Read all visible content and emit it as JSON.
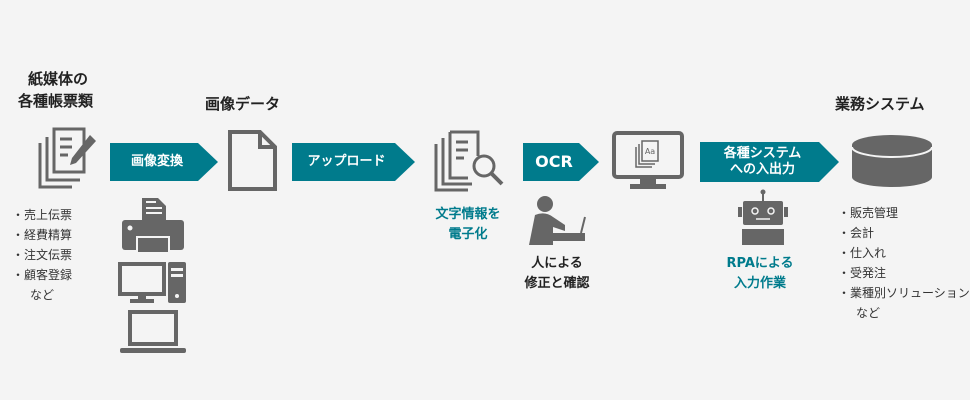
{
  "source": {
    "title_line1": "紙媒体の",
    "title_line2": "各種帳票類",
    "items": [
      "売上伝票",
      "経費精算",
      "注文伝票",
      "顧客登録"
    ],
    "tail": "など"
  },
  "image_data": {
    "title": "画像データ"
  },
  "business": {
    "title": "業務システム",
    "items": [
      "販売管理",
      "会計",
      "仕入れ",
      "受発注",
      "業種別ソリューション"
    ],
    "tail": "など"
  },
  "arrows": {
    "convert": "画像変換",
    "upload": "アップロード",
    "ocr": "OCR",
    "io_line1": "各種システム",
    "io_line2": "への入出力"
  },
  "captions": {
    "digitize_line1": "文字情報を",
    "digitize_line2": "電子化",
    "human_line1": "人による",
    "human_line2": "修正と確認",
    "rpa_line1": "RPAによる",
    "rpa_line2": "入力作業"
  },
  "monitor_glyph": "Aa",
  "colors": {
    "accent": "#007b8c",
    "icon": "#666666",
    "background": "#f4f4f4"
  }
}
